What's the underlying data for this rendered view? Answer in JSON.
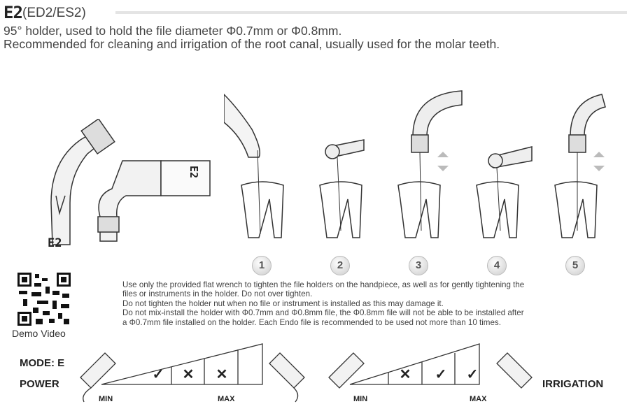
{
  "title": {
    "code": "E2",
    "variants": "(ED2/ES2)"
  },
  "description": [
    "95° holder, used to hold the file diameter Φ0.7mm or Φ0.8mm.",
    "Recommended for cleaning and irrigation of the root canal, usually used for the molar teeth."
  ],
  "product_label": "E2",
  "steps": [
    "1",
    "2",
    "3",
    "4",
    "5"
  ],
  "qr": {
    "caption": "Demo Video"
  },
  "notes": [
    "Use only the provided flat wrench to tighten the file holders on the handpiece, as well as for gently tightening the",
    "files or instruments in the holder. Do not over tighten.",
    "Do not tighten the holder nut when no file or instrument is installed as this may damage it.",
    "Do not mix-install the holder with Φ0.7mm and Φ0.8mm file, the Φ0.8mm file will not be able to be installed after",
    "a Φ0.7mm file installed on the holder. Each Endo file is recommended to be used not more than 10 times."
  ],
  "mode": {
    "label": "MODE: E",
    "power": "POWER",
    "irrigation": "IRRIGATION"
  },
  "power_scale": {
    "min": "MIN",
    "max": "MAX",
    "marks": [
      "✓",
      "✕",
      "✕"
    ]
  },
  "irrigation_scale": {
    "min": "MIN",
    "max": "MAX",
    "marks": [
      "✕",
      "✓",
      "✓"
    ]
  }
}
